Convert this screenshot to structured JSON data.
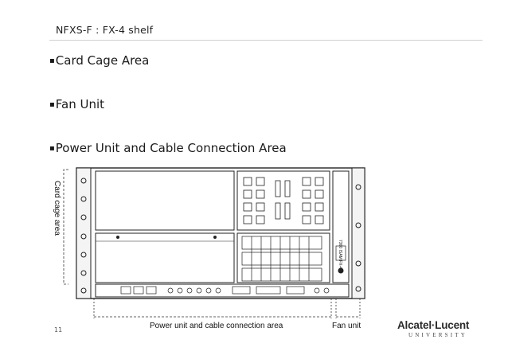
{
  "slide": {
    "title": "NFXS-F : FX-4 shelf",
    "bullets": [
      "Card Cage Area",
      "Fan Unit",
      "Power Unit and Cable Connection Area"
    ],
    "bullet_mark": "▪",
    "page_number": "11"
  },
  "diagram": {
    "label_card_cage": "Card cage area",
    "label_power_cable": "Power unit and cable connection area",
    "label_fan": "Fan unit",
    "card_text_1": "7360 ISAM FX-4"
  },
  "brand": {
    "name": "Alcatel·Lucent",
    "sub": "UNIVERSITY"
  },
  "colors": {
    "line_art": "#222222",
    "accent_rule": "#d0d0d0"
  }
}
